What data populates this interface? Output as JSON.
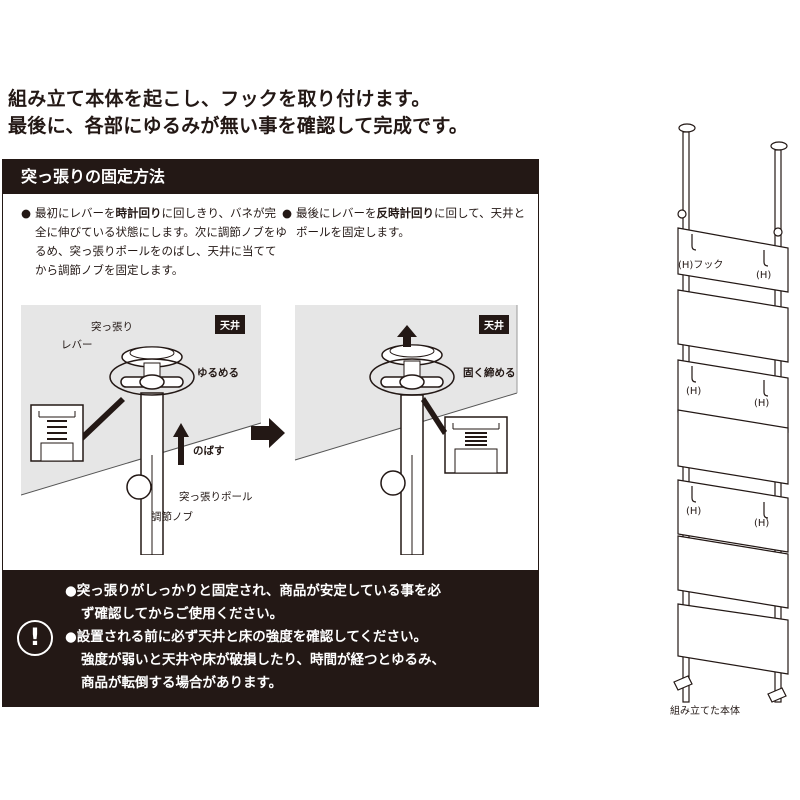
{
  "headline": {
    "line1": "組み立て本体を起こし、フックを取り付けます。",
    "line2": "最後に、各部にゆるみが無い事を確認して完成です。"
  },
  "instruction_box": {
    "title": "突っ張りの固定方法",
    "step1": {
      "bullet": "●",
      "segments": [
        "最初にレバーを",
        "時計回り",
        "に回しきり、バネが完全に伸びている状態にします。次に調節ノブをゆるめ、突っ張りポールをのばし、天井に当ててから調節ノブを固定します。"
      ]
    },
    "step2": {
      "bullet": "●",
      "segments": [
        "最後にレバーを",
        "反時計回り",
        "に回して、天井とポールを固定します。"
      ]
    },
    "panel1": {
      "ceiling_tag": "天井",
      "labels": {
        "tsuppari": "突っ張り",
        "lever": "レバー",
        "loosen": "ゆるめる",
        "extend": "のばす",
        "pole": "突っ張りポール",
        "knob": "調節ノブ"
      }
    },
    "panel2": {
      "ceiling_tag": "天井",
      "labels": {
        "tighten": "固く締める"
      }
    },
    "warning": {
      "icon": "!",
      "line1": "●突っ張りがしっかりと固定され、商品が安定している事を必",
      "line2": "ず確認してからご使用ください。",
      "line3": "●設置される前に必ず天井と床の強度を確認してください。",
      "line4": "強度が弱いと天井や床が破損したり、時間が経つとゆるみ、",
      "line5": "商品が転倒する場合があります。"
    }
  },
  "assembled_unit": {
    "hook_label_first": "(H)フック",
    "hook_label": "(H)",
    "caption": "組み立てた本体"
  },
  "colors": {
    "dark": "#231815",
    "ceiling_gray": "#e6e6e6"
  }
}
